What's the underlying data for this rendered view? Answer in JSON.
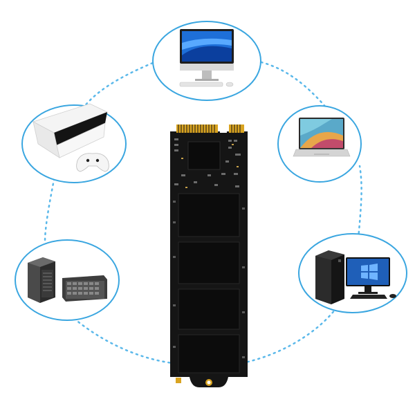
{
  "scene": {
    "subject": "m2-ssd-card",
    "devices": [
      {
        "id": "imac",
        "icon": "desktop-monitor-icon"
      },
      {
        "id": "laptop",
        "icon": "laptop-icon"
      },
      {
        "id": "tower-pc",
        "icon": "pc-tower-monitor-icon"
      },
      {
        "id": "ssd",
        "icon": "m2-ssd-icon"
      },
      {
        "id": "server",
        "icon": "server-rack-icon"
      },
      {
        "id": "game-console",
        "icon": "game-console-icon"
      }
    ]
  },
  "colors": {
    "ring": "#3aa6e0",
    "dots": "#5ab8ea",
    "pcb": "#151515",
    "chip": "#0d0d0d",
    "gold": "#d9a421"
  }
}
